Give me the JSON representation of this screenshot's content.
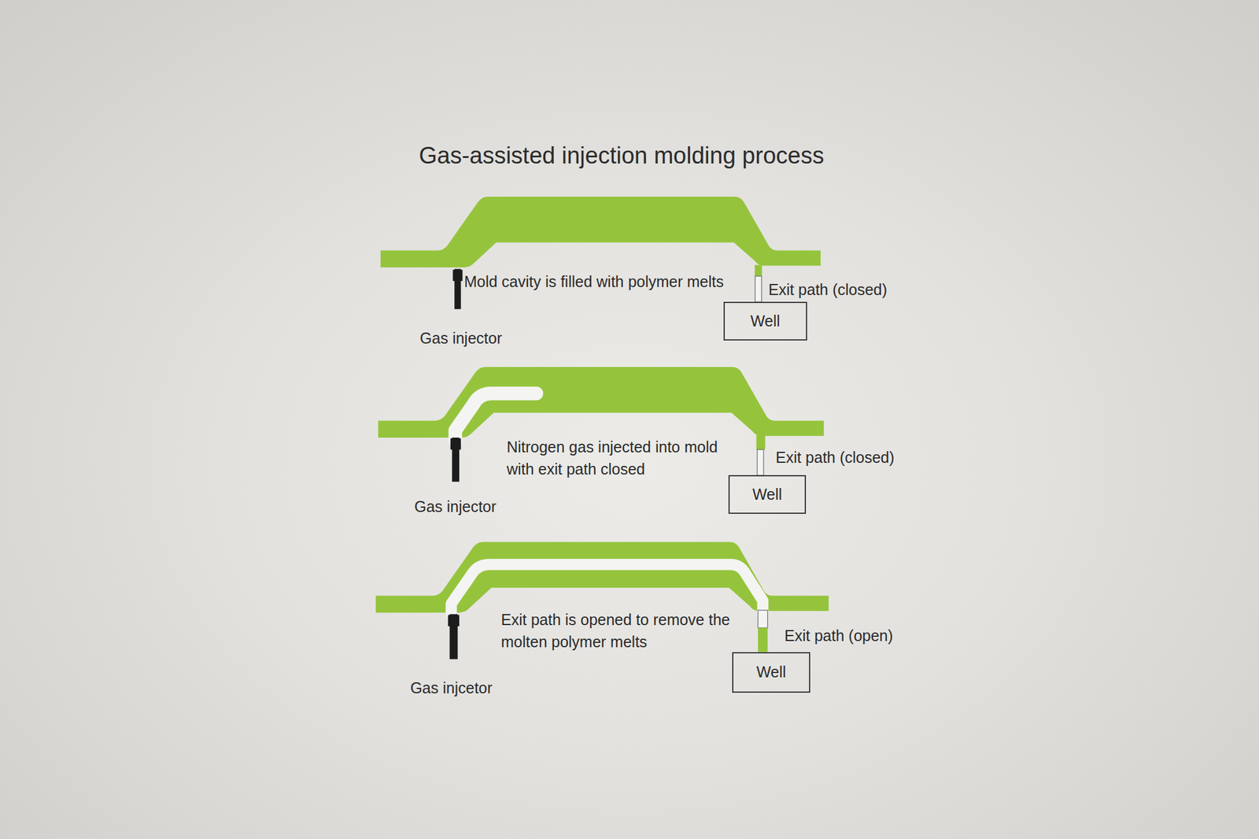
{
  "diagram": {
    "title": "Gas-assisted injection molding process",
    "nodes": [
      {
        "text": [
          "Well"
        ]
      },
      {
        "text": [
          "Well"
        ]
      },
      {
        "text": [
          "Well"
        ]
      }
    ],
    "labels": [
      "Mold cavity is filled with polymer melts",
      "Exit path (closed)",
      "Gas injector",
      "Nitrogen gas injected into mold with exit path closed",
      "Exit path (closed)",
      "Gas injector",
      "Exit path is opened to remove the molten polymer melts",
      "Exit path (open)",
      "Gas injcetor"
    ]
  }
}
